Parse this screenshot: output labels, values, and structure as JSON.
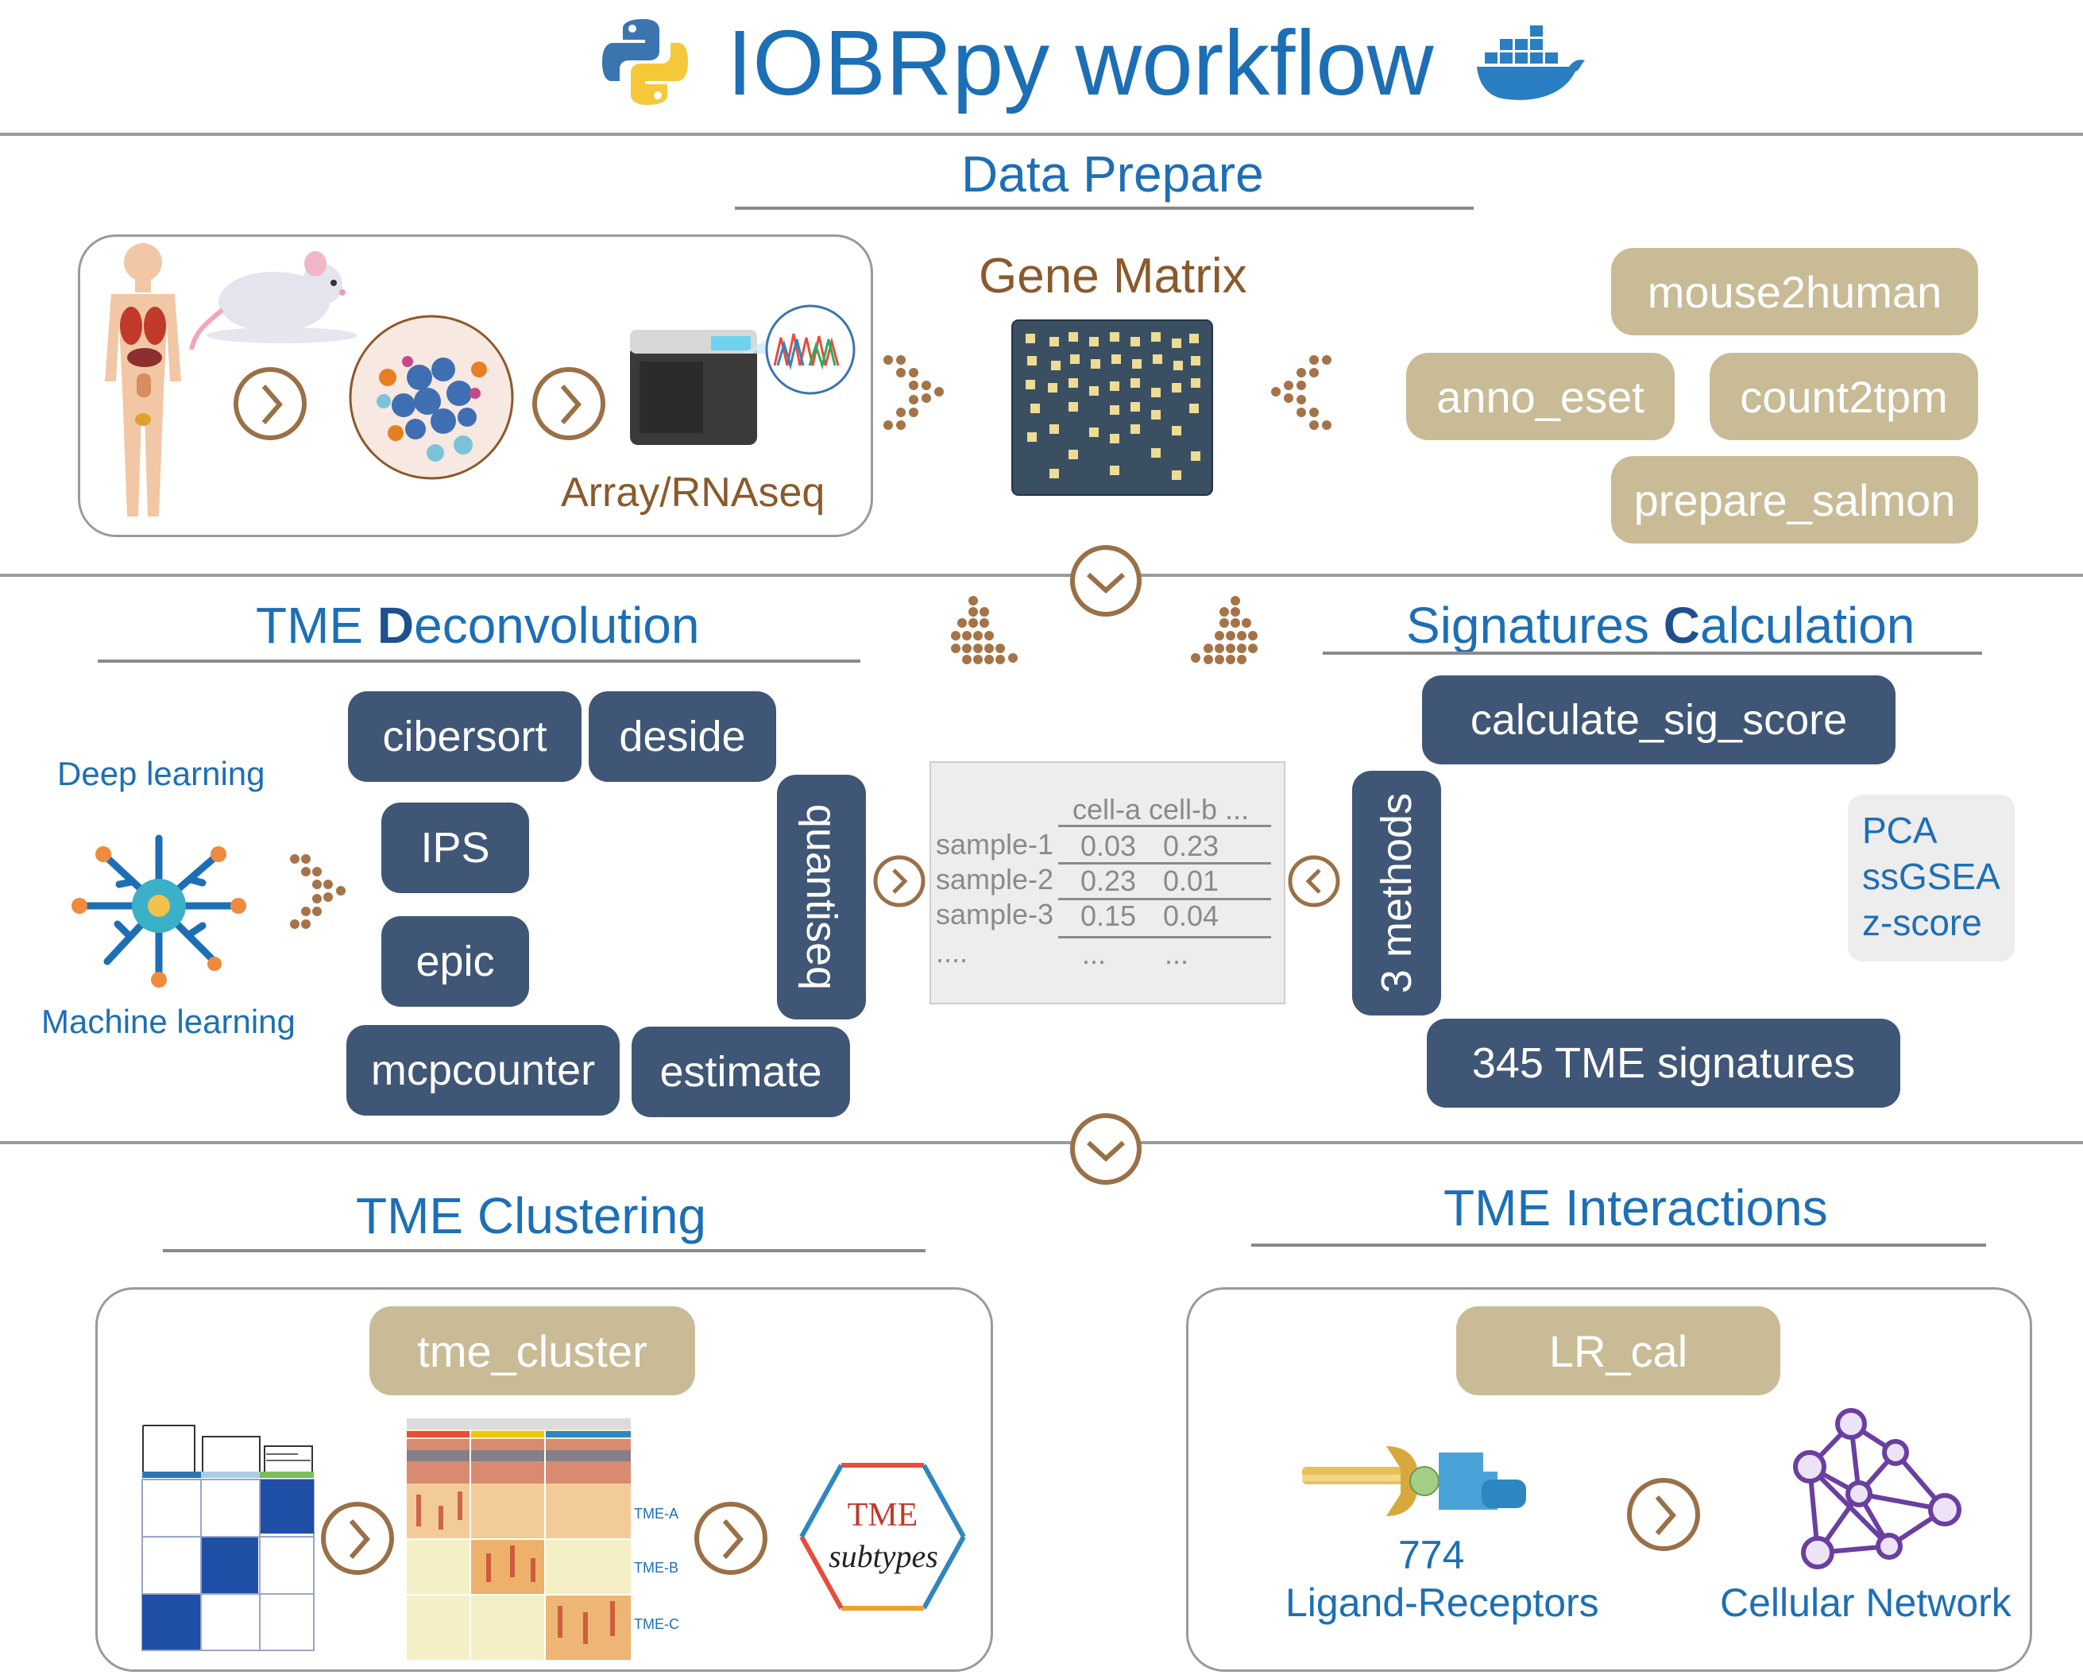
{
  "title": "IOBRpy workflow",
  "data_prepare": {
    "title": "Data Prepare",
    "source_label": "Array/RNAseq",
    "gene_matrix_label": "Gene Matrix",
    "functions": [
      "mouse2human",
      "anno_eset",
      "count2tpm",
      "prepare_salmon"
    ]
  },
  "deconvolution": {
    "title_pre": "TME ",
    "title_bold": "D",
    "title_post": "econvolution",
    "deep_learning": "Deep learning",
    "machine_learning": "Machine learning",
    "methods": [
      "cibersort",
      "deside",
      "IPS",
      "epic",
      "mcpcounter",
      "estimate",
      "quantiseq"
    ]
  },
  "matrix_table": {
    "header": "cell-a  cell-b ...",
    "rows": [
      {
        "label": "sample-1",
        "a": "0.03",
        "b": "0.23"
      },
      {
        "label": "sample-2",
        "a": "0.23",
        "b": "0.01"
      },
      {
        "label": "sample-3",
        "a": "0.15",
        "b": "0.04"
      }
    ],
    "ellipsis_label": "....",
    "ellipsis_a": "...",
    "ellipsis_b": "..."
  },
  "signatures": {
    "title_pre": "Signatures ",
    "title_bold": "C",
    "title_post": "alculation",
    "function": "calculate_sig_score",
    "methods_label": "3 methods",
    "method_list": [
      "PCA",
      "ssGSEA",
      "z-score"
    ],
    "signature_count": "345 TME signatures"
  },
  "clustering": {
    "title": "TME Clustering",
    "function": "tme_cluster",
    "heatmap_labels": [
      "TME-A",
      "TME-B",
      "TME-C"
    ],
    "subtype_word1": "TME",
    "subtype_word2": "subtypes"
  },
  "interactions": {
    "title": "TME Interactions",
    "function": "LR_cal",
    "lr_count": "774",
    "lr_label": "Ligand-Receptors",
    "network_label": "Cellular Network"
  },
  "colors": {
    "accent_blue": "#1d6fb5",
    "navy_box": "#3f5676",
    "tan_box": "#c8bb96",
    "brown": "#9a7046"
  }
}
